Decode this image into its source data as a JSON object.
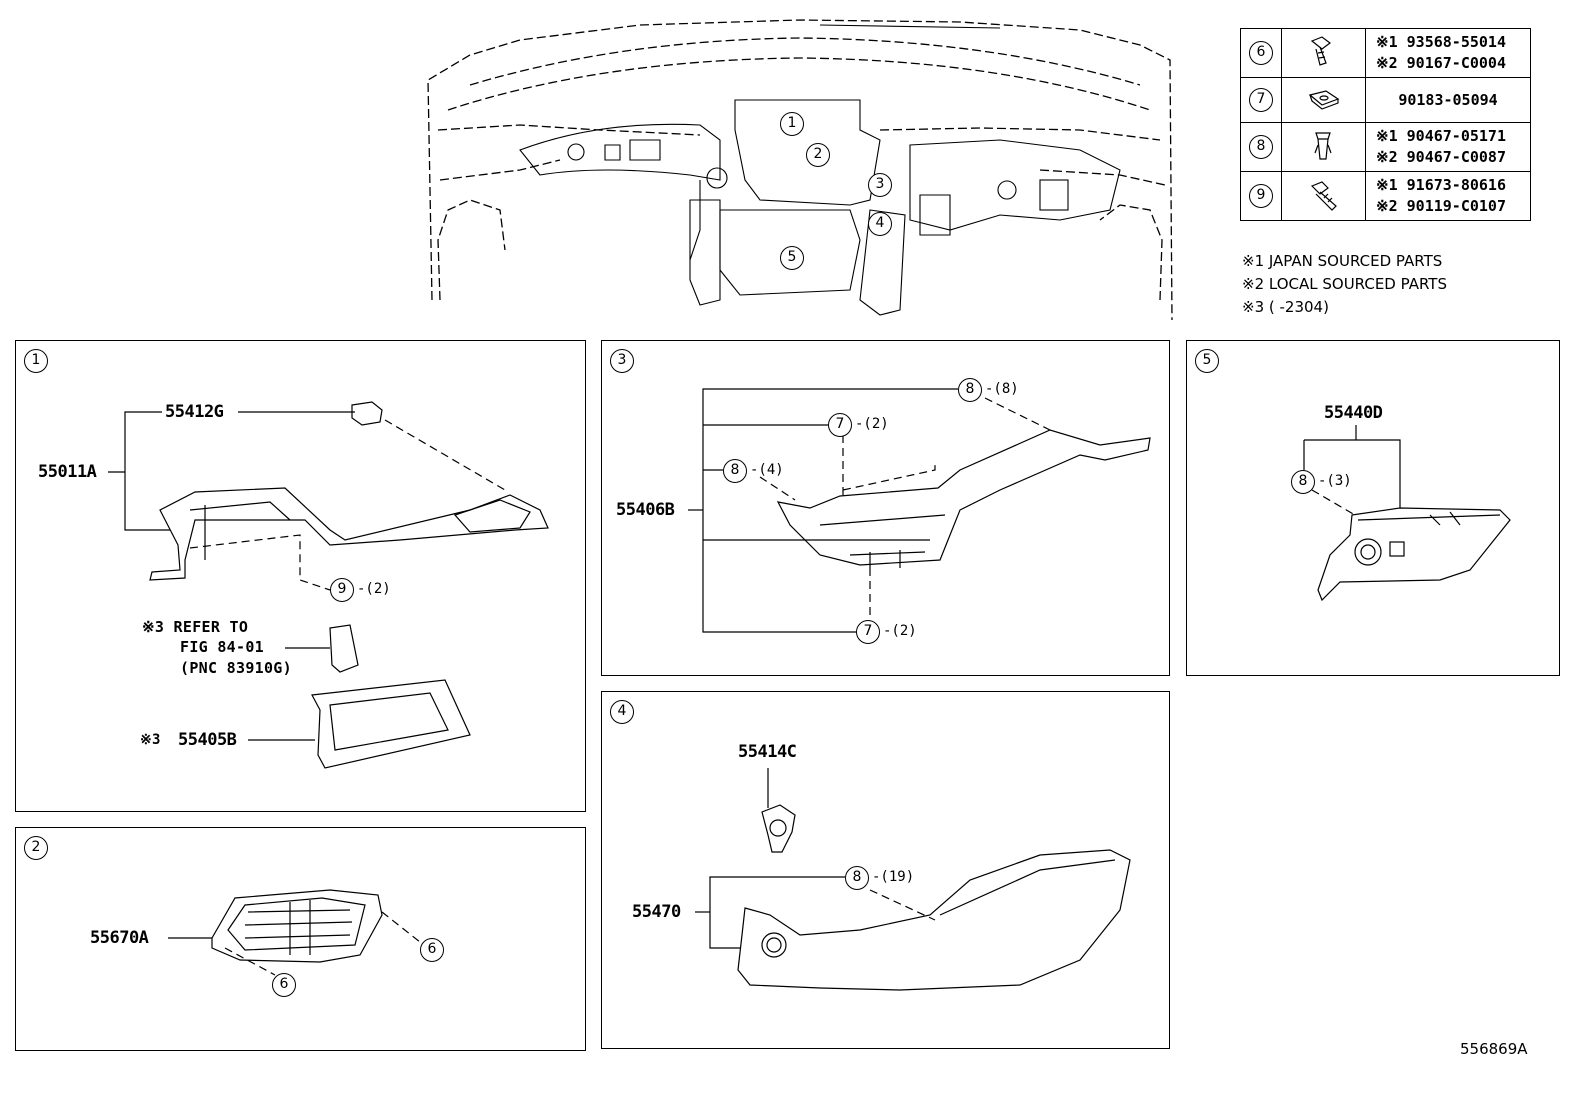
{
  "overview": {
    "callouts": [
      "1",
      "2",
      "3",
      "4",
      "5"
    ]
  },
  "fastener_table": {
    "rows": [
      {
        "ref": "6",
        "icon": "bolt-icon",
        "parts": [
          "※1 93568-55014",
          "※2 90167-C0004"
        ]
      },
      {
        "ref": "7",
        "icon": "nut-clip-icon",
        "parts": [
          "90183-05094"
        ]
      },
      {
        "ref": "8",
        "icon": "clip-icon",
        "parts": [
          "※1 90467-05171",
          "※2 90467-C0087"
        ]
      },
      {
        "ref": "9",
        "icon": "screw-icon",
        "parts": [
          "※1 91673-80616",
          "※2 90119-C0107"
        ]
      }
    ]
  },
  "legend": [
    "※1 JAPAN SOURCED PARTS",
    "※2 LOCAL SOURCED PARTS",
    "※3 (      -2304)"
  ],
  "panel1": {
    "number": "1",
    "labels": {
      "p55412g": "55412G",
      "p55011a": "55011A",
      "p55405b": "55405B",
      "note_mark": "※3",
      "ref_line1": "※3 REFER TO",
      "ref_line2": "FIG 84-01",
      "ref_line3": "(PNC 83910G)"
    },
    "fasteners": [
      {
        "ref": "9",
        "qty": "-(2)"
      }
    ]
  },
  "panel2": {
    "number": "2",
    "labels": {
      "p55670a": "55670A"
    },
    "fasteners": [
      {
        "ref": "6",
        "qty": ""
      },
      {
        "ref": "6",
        "qty": ""
      }
    ]
  },
  "panel3": {
    "number": "3",
    "labels": {
      "p55406b": "55406B"
    },
    "fasteners": [
      {
        "ref": "8",
        "qty": "-(8)"
      },
      {
        "ref": "7",
        "qty": "-(2)"
      },
      {
        "ref": "8",
        "qty": "-(4)"
      },
      {
        "ref": "7",
        "qty": "-(2)"
      }
    ]
  },
  "panel4": {
    "number": "4",
    "labels": {
      "p55414c": "55414C",
      "p55470": "55470"
    },
    "fasteners": [
      {
        "ref": "8",
        "qty": "-(19)"
      }
    ]
  },
  "panel5": {
    "number": "5",
    "labels": {
      "p55440d": "55440D"
    },
    "fasteners": [
      {
        "ref": "8",
        "qty": "-(3)"
      }
    ]
  },
  "figure_id": "556869A"
}
